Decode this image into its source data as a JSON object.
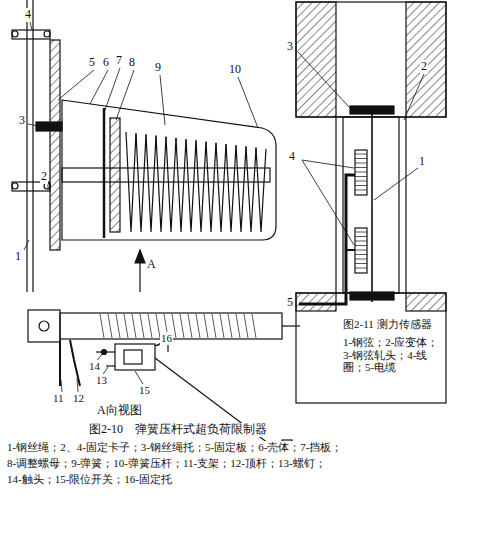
{
  "diagram": {
    "labels": [
      "4",
      "5",
      "6",
      "7",
      "8",
      "9",
      "10",
      "3",
      "2",
      "1",
      "A",
      "16",
      "14",
      "13",
      "15",
      "12",
      "11",
      "A向视图",
      "3",
      "2",
      "4",
      "1",
      "5",
      "图2-11 测力传感器",
      "1-钢弦；2-应变体；3-钢弦轧头；4-线圈；5-电缆",
      "图2-10　弹簧压杆式超负荷限制器",
      "1-钢丝绳；2、4-固定卡子；3-钢丝绳托；5-固定板；6-壳体；7-挡板；",
      "8-调整螺母；9-弹簧；10-弹簧压杆；11-支架；12-顶杆；13-螺钉；",
      "14-触头；15-限位开关；16-固定托"
    ]
  }
}
